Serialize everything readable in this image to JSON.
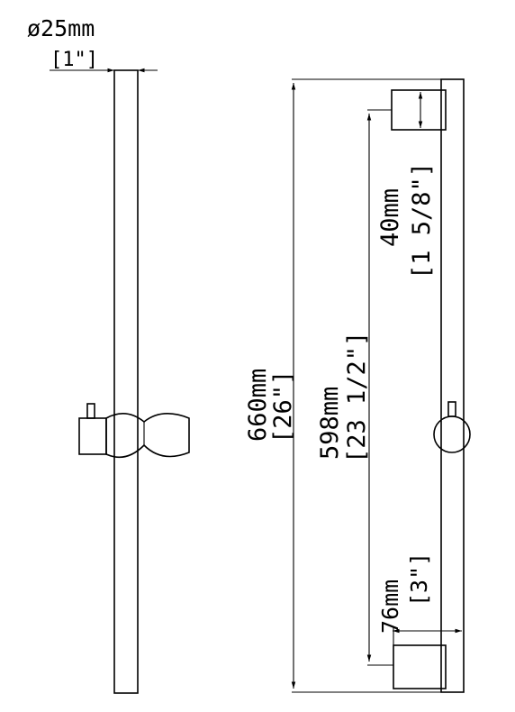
{
  "dimensions": {
    "diameter_mm": "ø25mm",
    "diameter_in": "[1\"]",
    "length_mm": "660mm",
    "length_in": "[26\"]",
    "span_mm": "598mm",
    "span_in": "[23 1/2\"]",
    "bracket_mm": "40mm",
    "bracket_in": "[1 5/8\"]",
    "offset_mm": "76mm",
    "offset_in": "[3\"]"
  }
}
